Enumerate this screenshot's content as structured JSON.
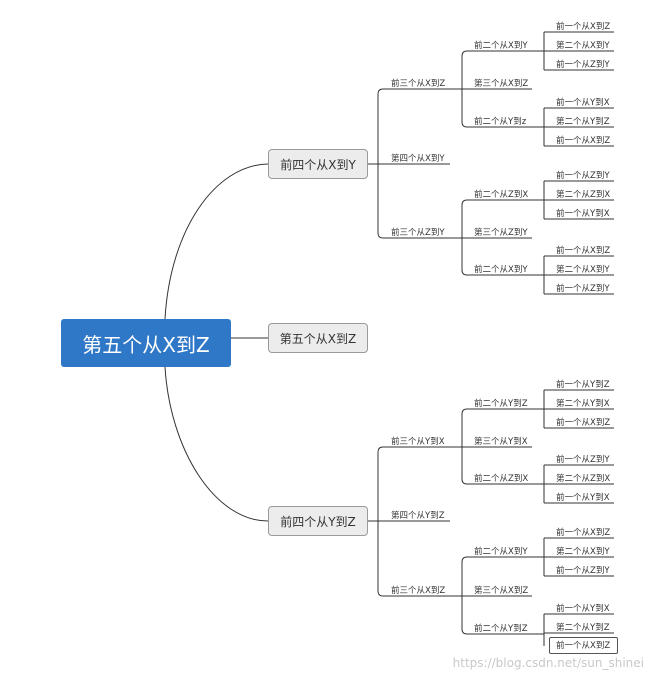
{
  "root": "第五个从X到Z",
  "branches": {
    "top": "前四个从X到Y",
    "middle": "第五个从X到Z",
    "bottom": "前四个从Y到Z"
  },
  "top": {
    "g1": {
      "label": "前三个从X到Z",
      "a": {
        "label": "前二个从X到Y",
        "leaves": [
          "前一个从X到Z",
          "第二个从X到Y",
          "前一个从Z到Y"
        ]
      },
      "b": "第三个从X到Z",
      "c": {
        "label": "前二个从Y到z",
        "leaves": [
          "前一个从Y到X",
          "第二个从Y到Z",
          "前一个从X到Z"
        ]
      }
    },
    "g2": "第四个从X到Y",
    "g3": {
      "label": "前三个从Z到Y",
      "a": {
        "label": "前二个从Z到X",
        "leaves": [
          "前一个从Z到Y",
          "第二个从Z到X",
          "前一个从Y到X"
        ]
      },
      "b": "第三个从Z到Y",
      "c": {
        "label": "前二个从X到Y",
        "leaves": [
          "前一个从X到Z",
          "第二个从X到Y",
          "前一个从Z到Y"
        ]
      }
    }
  },
  "bottom": {
    "g1": {
      "label": "前三个从Y到X",
      "a": {
        "label": "前二个从Y到Z",
        "leaves": [
          "前一个从Y到Z",
          "第二个从Y到X",
          "前一个从X到Z"
        ]
      },
      "b": "第三个从Y到X",
      "c": {
        "label": "前二个从Z到X",
        "leaves": [
          "前一个从Z到Y",
          "第二个从Z到X",
          "前一个从Y到X"
        ]
      }
    },
    "g2": "第四个从Y到Z",
    "g3": {
      "label": "前三个从X到Z",
      "a": {
        "label": "前二个从X到Y",
        "leaves": [
          "前一个从X到Z",
          "第二个从X到Y",
          "前一个从Z到Y"
        ]
      },
      "b": "第三个从X到Z",
      "c": {
        "label": "前二个从Y到Z",
        "leaves": [
          "前一个从Y到X",
          "第二个从Y到Z",
          "前一个从X到Z"
        ]
      }
    }
  },
  "watermark": "https://blog.csdn.net/sun_shinei"
}
